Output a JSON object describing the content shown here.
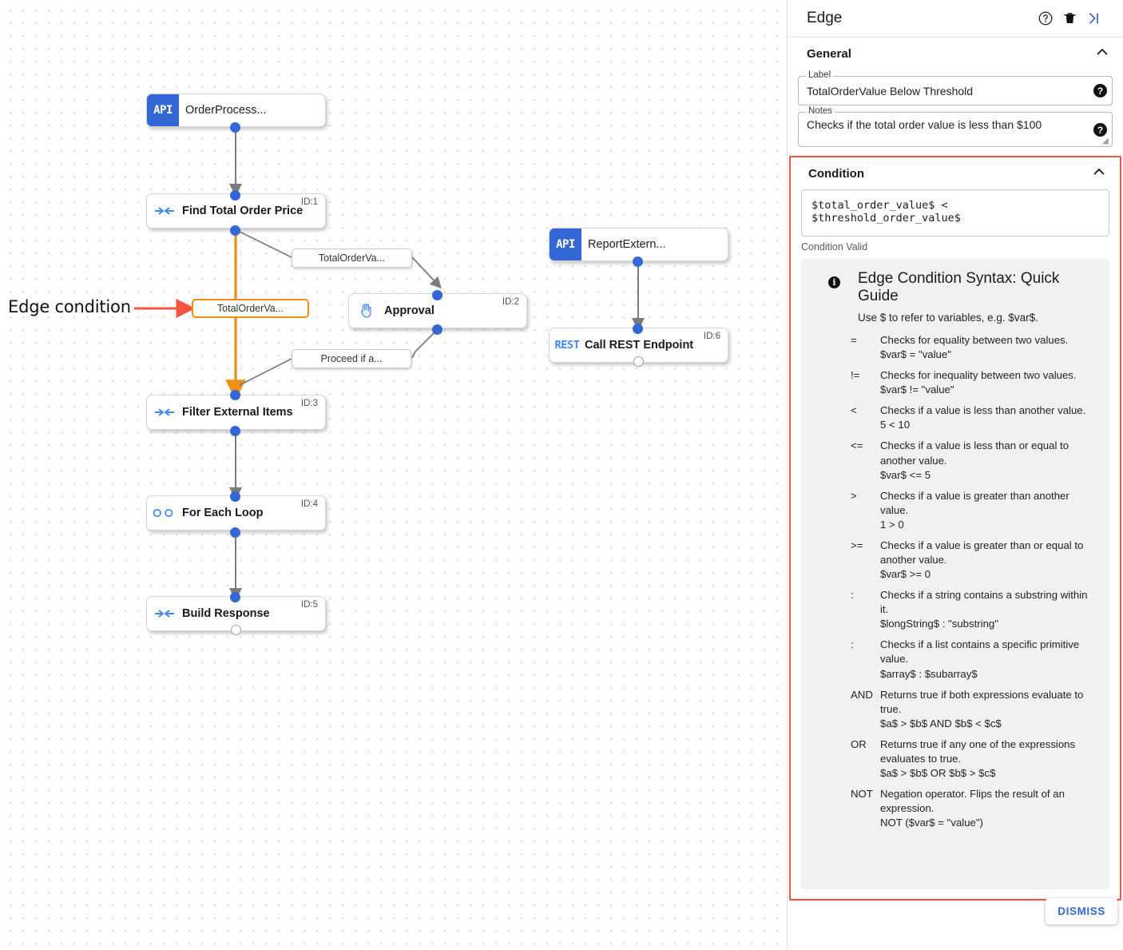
{
  "canvas": {
    "annotation": "Edge condition",
    "nodes": [
      {
        "key": "order_process",
        "title": "OrderProcess...",
        "icon": "api-badge-icon",
        "badge": "API",
        "id_label": ""
      },
      {
        "key": "find_total",
        "title": "Find Total Order Price",
        "icon": "transform-icon",
        "badge": "",
        "id_label": "ID:1"
      },
      {
        "key": "approval",
        "title": "Approval",
        "icon": "hand-icon",
        "badge": "",
        "id_label": "ID:2"
      },
      {
        "key": "filter_external",
        "title": "Filter External Items",
        "icon": "transform-icon",
        "badge": "",
        "id_label": "ID:3"
      },
      {
        "key": "for_each_loop",
        "title": "For Each Loop",
        "icon": "loop-icon",
        "badge": "",
        "id_label": "ID:4"
      },
      {
        "key": "build_response",
        "title": "Build Response",
        "icon": "transform-icon",
        "badge": "",
        "id_label": "ID:5"
      },
      {
        "key": "report_extern",
        "title": "ReportExtern...",
        "icon": "api-badge-icon",
        "badge": "API",
        "id_label": ""
      },
      {
        "key": "call_rest",
        "title": "Call REST Endpoint",
        "icon": "rest-badge-icon",
        "badge": "REST",
        "id_label": "ID:6"
      }
    ],
    "edge_labels": [
      {
        "key": "to_approval",
        "text": "TotalOrderVa...",
        "selected": false
      },
      {
        "key": "selected_edge",
        "text": "TotalOrderVa...",
        "selected": true
      },
      {
        "key": "from_approval",
        "text": "Proceed if a...",
        "selected": false
      }
    ]
  },
  "panel": {
    "title": "Edge",
    "header_icons": [
      "help-circle-icon",
      "trash-icon",
      "collapse-panel-icon"
    ],
    "general": {
      "section_title": "General",
      "label_field": {
        "label": "Label",
        "value": "TotalOrderValue Below Threshold"
      },
      "notes_field": {
        "label": "Notes",
        "value": "Checks if the total order value is less than $100"
      }
    },
    "condition": {
      "section_title": "Condition",
      "expression": "$total_order_value$ < $threshold_order_value$",
      "status": "Condition Valid",
      "guide": {
        "title": "Edge Condition Syntax: Quick Guide",
        "intro": "Use $ to refer to variables, e.g. $var$.",
        "rows": [
          {
            "op": "=",
            "desc": "Checks for equality between two values.",
            "example": "$var$ = \"value\""
          },
          {
            "op": "!=",
            "desc": "Checks for inequality between two values.",
            "example": "$var$ != \"value\""
          },
          {
            "op": "<",
            "desc": "Checks if a value is less than another value.",
            "example": "5 < 10"
          },
          {
            "op": "<=",
            "desc": "Checks if a value is less than or equal to another value.",
            "example": "$var$ <= 5"
          },
          {
            "op": ">",
            "desc": "Checks if a value is greater than another value.",
            "example": "1 > 0"
          },
          {
            "op": ">=",
            "desc": "Checks if a value is greater than or equal to another value.",
            "example": "$var$ >= 0"
          },
          {
            "op": ":",
            "desc": "Checks if a string contains a substring within it.",
            "example": "$longString$ : \"substring\""
          },
          {
            "op": ":",
            "desc": "Checks if a list contains a specific primitive value.",
            "example": "$array$ : $subarray$"
          },
          {
            "op": "AND",
            "desc": "Returns true if both expressions evaluate to true.",
            "example": "$a$ > $b$ AND $b$ < $c$"
          },
          {
            "op": "OR",
            "desc": "Returns true if any one of the expressions evaluates to true.",
            "example": "$a$ > $b$ OR $b$ > $c$"
          },
          {
            "op": "NOT",
            "desc": "Negation operator. Flips the result of an expression.",
            "example": "NOT ($var$ = \"value\")"
          }
        ]
      }
    },
    "footer": {
      "dismiss_label": "DISMISS"
    }
  },
  "colors": {
    "accent_blue": "#3367d6",
    "selected_orange": "#ef8e13",
    "highlight_red": "#f05545",
    "annotation_arrow": "#f2543d"
  }
}
